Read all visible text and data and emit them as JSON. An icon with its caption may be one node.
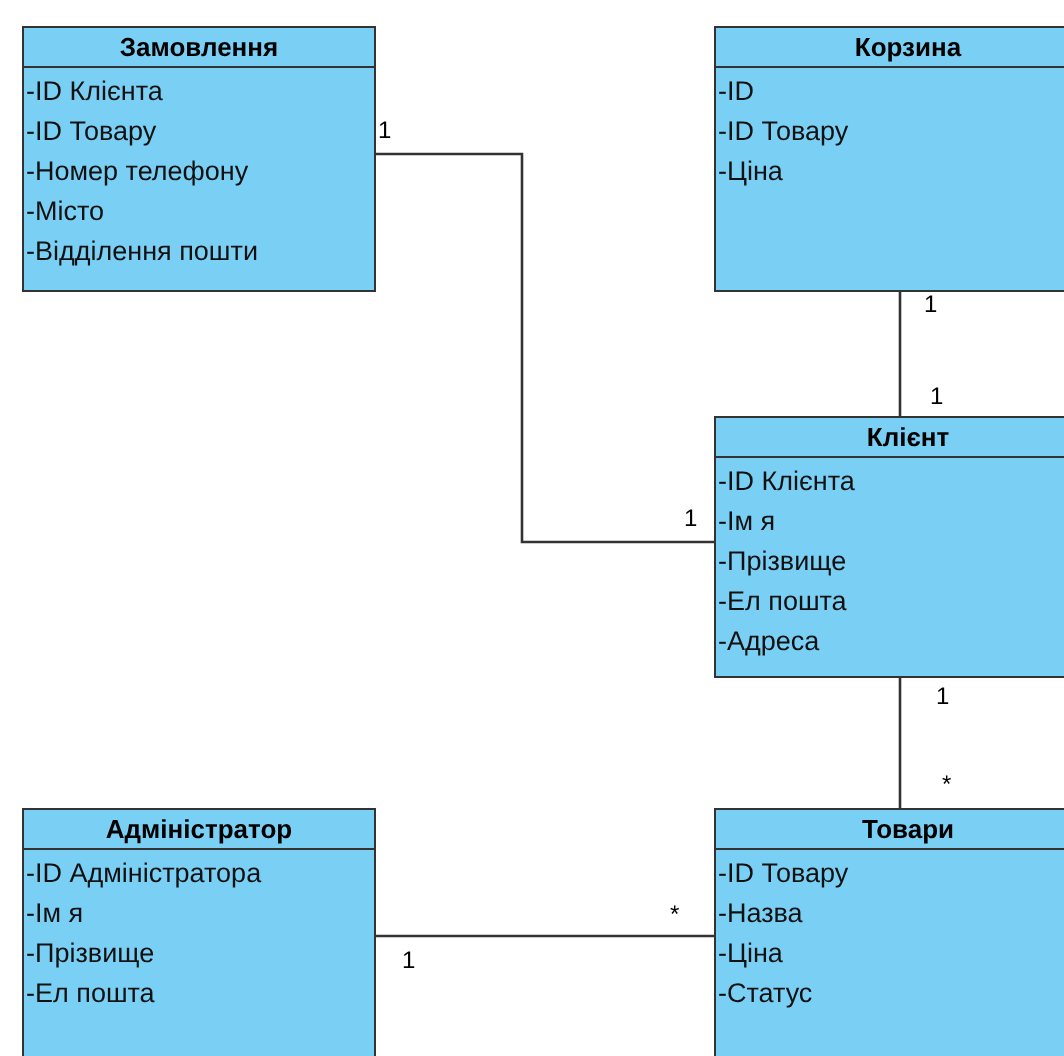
{
  "diagram": {
    "nodes": [
      {
        "text": [
          "Замовлення",
          "-ID Клієнта",
          "-ID Товару",
          "-Номер телефону",
          "-Місто",
          "-Відділення пошти"
        ]
      },
      {
        "text": [
          "Корзина",
          "-ID",
          "-ID Товару",
          "-Ціна"
        ]
      },
      {
        "text": [
          "Клієнт",
          "-ID Клієнта",
          "-Ім я",
          "-Прізвище",
          "-Ел пошта",
          "-Адреса"
        ]
      },
      {
        "text": [
          "Адміністратор",
          "-ID Адміністратора",
          "-Ім я",
          "-Прізвище",
          "-Ел пошта"
        ]
      },
      {
        "text": [
          "Товари",
          "-ID Товару",
          "-Назва",
          "-Ціна",
          "-Статус"
        ]
      }
    ],
    "edges": [
      {
        "from": 0,
        "to": 2,
        "arrow": "none"
      },
      {
        "from": 1,
        "to": 2,
        "arrow": "none"
      },
      {
        "from": 2,
        "to": 4,
        "arrow": "none"
      },
      {
        "from": 3,
        "to": 4,
        "arrow": "none"
      }
    ],
    "labels": [
      "1",
      "1",
      "1",
      "1",
      "1",
      "*",
      "*",
      "1"
    ]
  }
}
